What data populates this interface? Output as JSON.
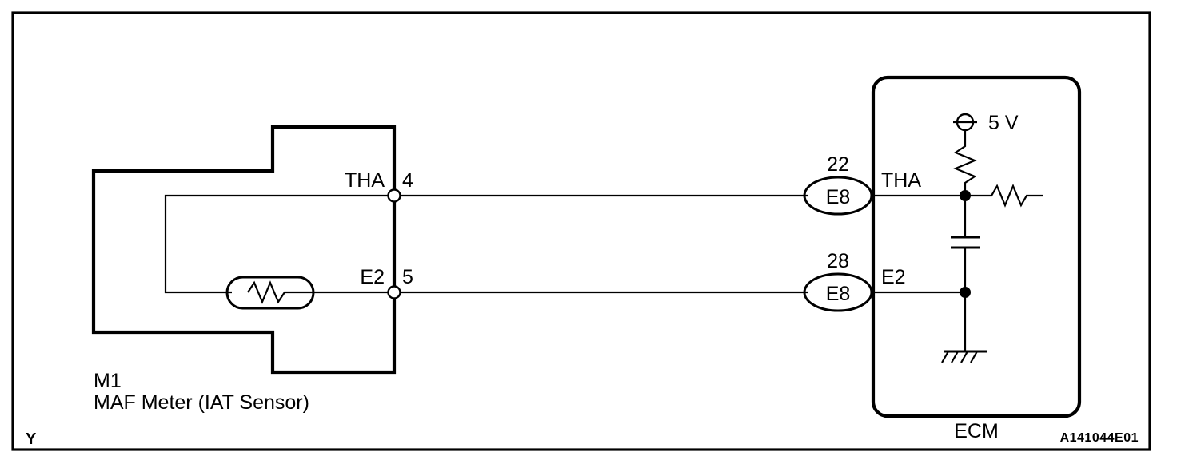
{
  "figure": {
    "code": "A141044E01",
    "corner_marker": "Y"
  },
  "sensor": {
    "ref": "M1",
    "name": "MAF Meter (IAT Sensor)",
    "terminals": [
      {
        "signal": "THA",
        "pin": "4"
      },
      {
        "signal": "E2",
        "pin": "5"
      }
    ],
    "component": "thermistor"
  },
  "ecm": {
    "label": "ECM",
    "supply": "5 V",
    "connectors": [
      {
        "pin": "22",
        "name": "E8",
        "signal": "THA"
      },
      {
        "pin": "28",
        "name": "E8",
        "signal": "E2"
      }
    ],
    "internal": {
      "pullup_resistor": "resistor",
      "series_resistor": "resistor",
      "capacitor": "capacitor",
      "ground": "chassis-ground"
    }
  },
  "colors": {
    "ink": "#000000",
    "paper": "#ffffff"
  }
}
